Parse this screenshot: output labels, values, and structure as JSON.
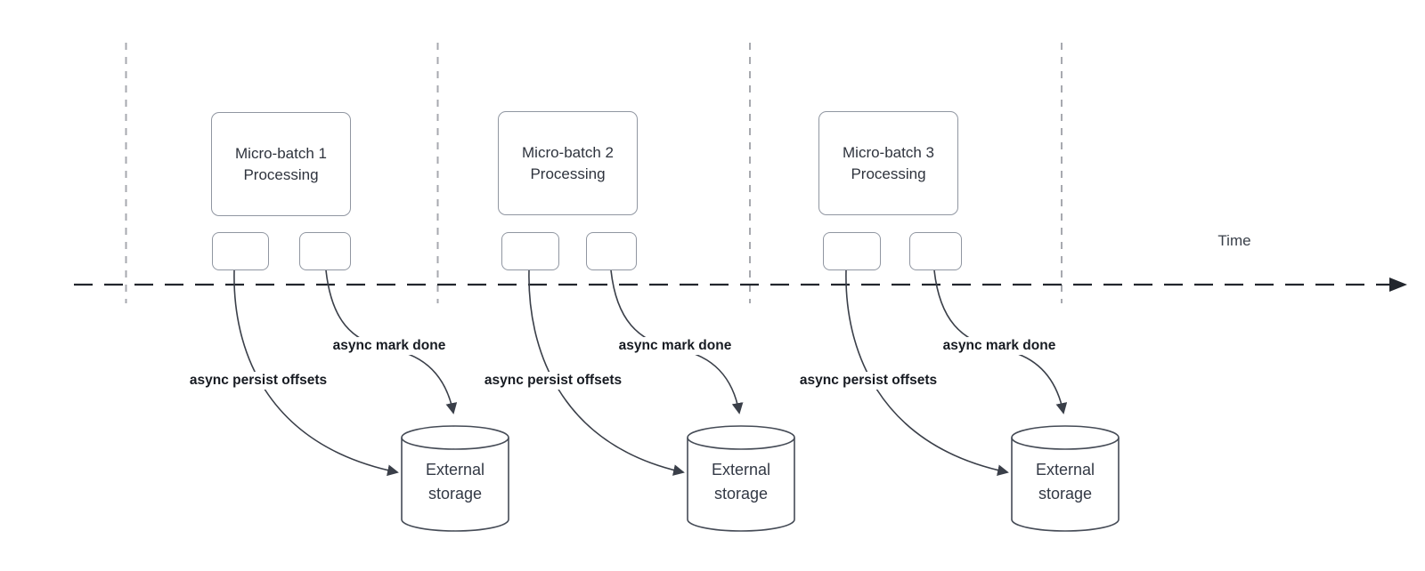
{
  "timeline": {
    "label": "Time"
  },
  "colors": {
    "background": "#ffffff",
    "arrow_line": "#3a3f49",
    "timeline_line": "#22262d",
    "divider_line": "#a7a9af",
    "box_border": "#9096a1",
    "text_dark": "#2e333d",
    "label_text": "#171b22"
  },
  "groups": [
    {
      "batch_title": "Micro-batch 1",
      "batch_subtitle": "Processing",
      "persist_label": "async persist offsets",
      "markdone_label": "async mark done",
      "storage_title": "External",
      "storage_subtitle": "storage"
    },
    {
      "batch_title": "Micro-batch 2",
      "batch_subtitle": "Processing",
      "persist_label": "async persist offsets",
      "markdone_label": "async mark done",
      "storage_title": "External",
      "storage_subtitle": "storage"
    },
    {
      "batch_title": "Micro-batch 3",
      "batch_subtitle": "Processing",
      "persist_label": "async persist offsets",
      "markdone_label": "async mark done",
      "storage_title": "External",
      "storage_subtitle": "storage"
    }
  ]
}
